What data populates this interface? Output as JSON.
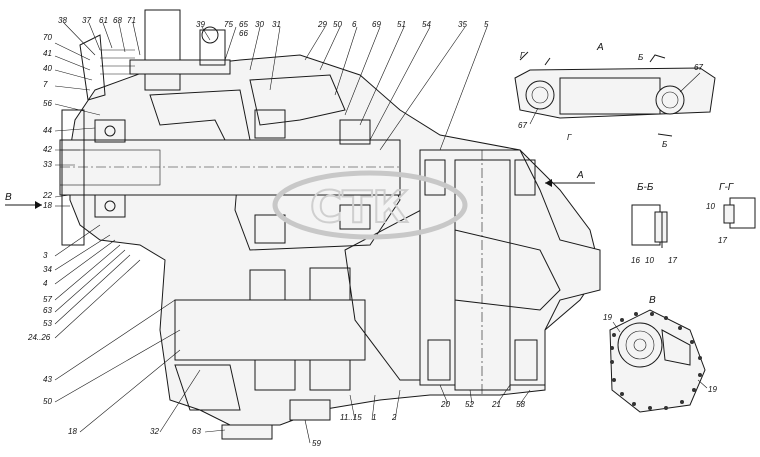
{
  "callouts_top": [
    "38",
    "37",
    "61",
    "68",
    "71",
    "39",
    "75",
    "65",
    "30",
    "31",
    "29",
    "50",
    "6",
    "69",
    "51",
    "54",
    "35",
    "5"
  ],
  "callouts_top_small": [
    "66"
  ],
  "callouts_left": [
    "70",
    "41",
    "40",
    "7",
    "56",
    "44",
    "42",
    "33",
    "22",
    "18",
    "3",
    "34",
    "4",
    "57",
    "63",
    "53",
    "24..26",
    "43",
    "50",
    "18"
  ],
  "callouts_bottom": [
    "32",
    "63",
    "59",
    "11..15",
    "1",
    "2",
    "20",
    "52",
    "21",
    "58"
  ],
  "arrows": {
    "left": "В",
    "right": "А"
  },
  "view_a": {
    "title": "А",
    "label_67a": "67",
    "label_67b": "67",
    "mark_g1": "Г",
    "mark_g2": "Г",
    "mark_b1": "Б",
    "mark_b2": "Б"
  },
  "section_bb": {
    "title": "Б-Б",
    "labels": [
      "16",
      "10",
      "17"
    ]
  },
  "section_gg": {
    "title": "Г-Г",
    "labels": [
      "10",
      "17"
    ]
  },
  "view_v": {
    "title": "В",
    "labels": [
      "19",
      "19"
    ]
  },
  "watermark": "СТК"
}
